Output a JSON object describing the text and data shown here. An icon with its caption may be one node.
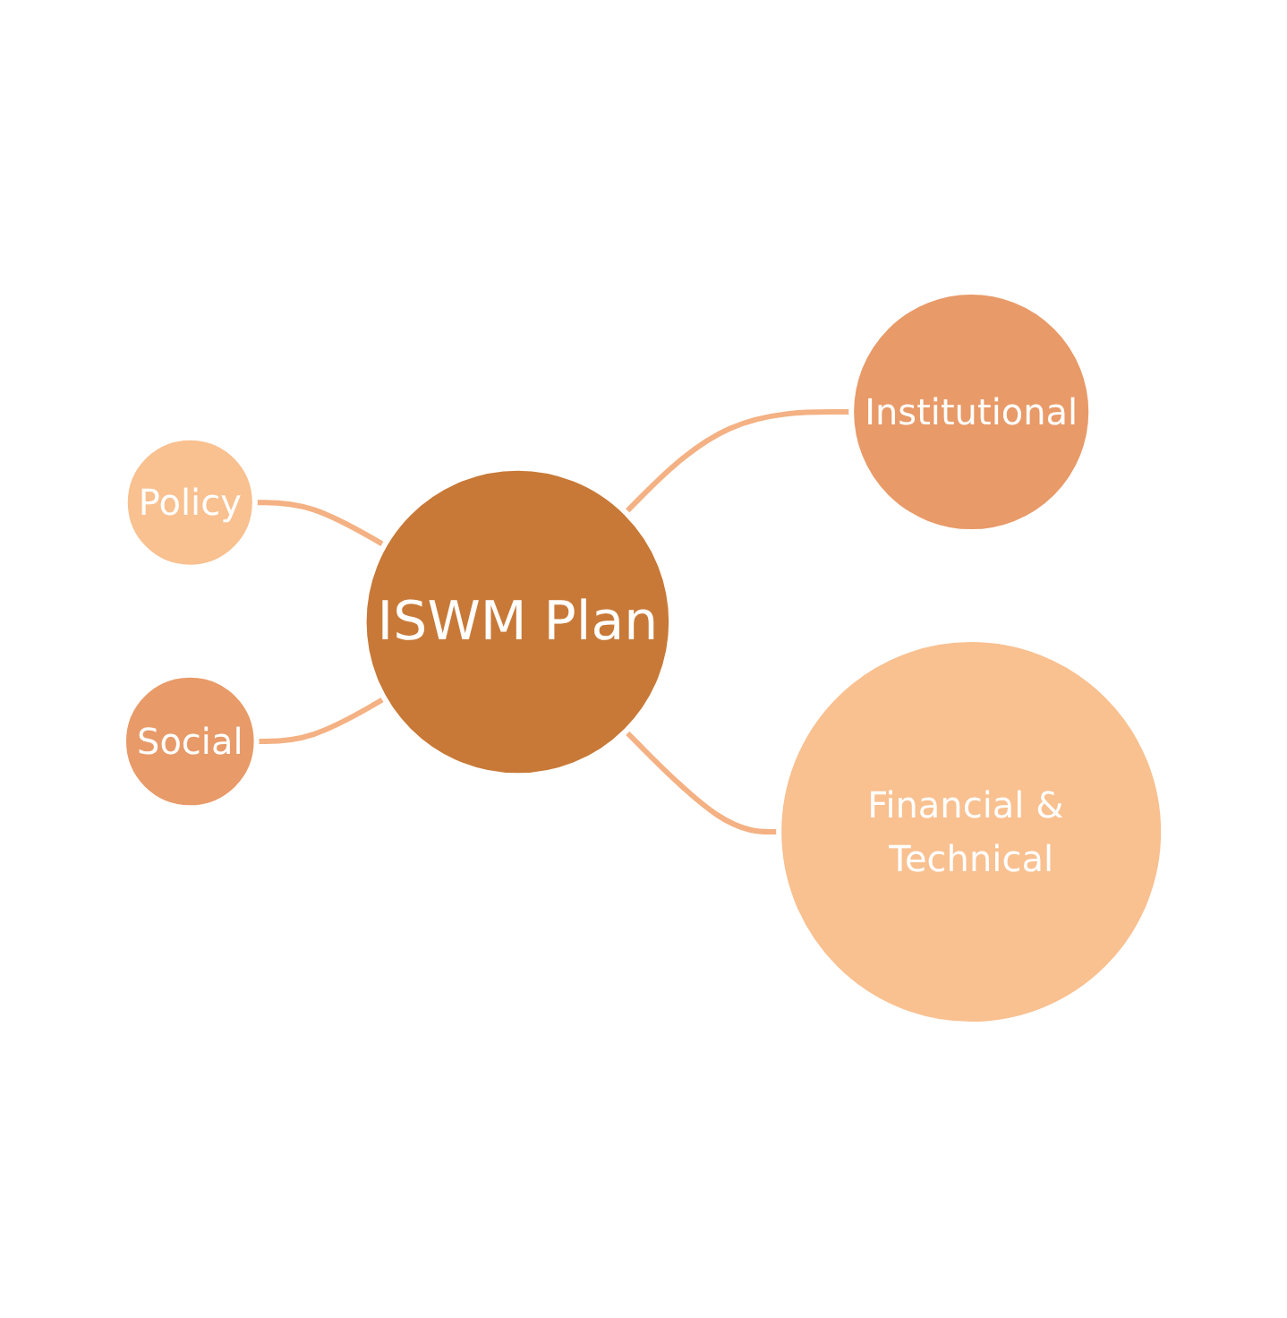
{
  "diagram": {
    "nodes": [
      {
        "text": [
          "Policy"
        ]
      },
      {
        "text": [
          "Social"
        ]
      },
      {
        "text": [
          "ISWM Plan"
        ]
      },
      {
        "text": [
          "Institutional"
        ]
      },
      {
        "text": [
          "Financial & Technical"
        ]
      }
    ],
    "edges": [
      {
        "from": 0,
        "to": 2,
        "arrow": "none"
      },
      {
        "from": 1,
        "to": 2,
        "arrow": "none"
      },
      {
        "from": 2,
        "to": 3,
        "arrow": "none"
      },
      {
        "from": 2,
        "to": 4,
        "arrow": "none"
      }
    ]
  }
}
